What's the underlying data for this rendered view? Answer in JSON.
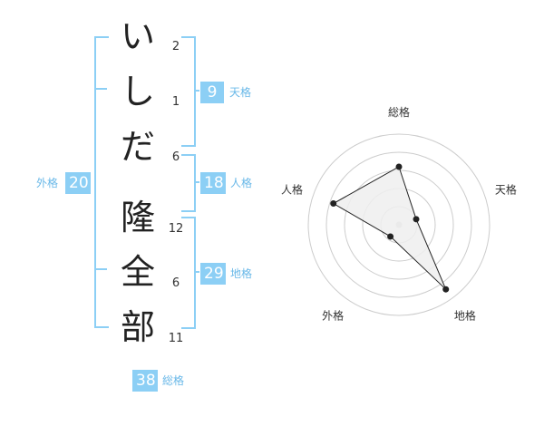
{
  "name": {
    "chars": [
      {
        "char": "い",
        "strokes": "2"
      },
      {
        "char": "し",
        "strokes": "1"
      },
      {
        "char": "だ",
        "strokes": "6"
      },
      {
        "char": "隆",
        "strokes": "12"
      },
      {
        "char": "全",
        "strokes": "6"
      },
      {
        "char": "部",
        "strokes": "11"
      }
    ]
  },
  "fortunes": {
    "tenkaku": {
      "value": "9",
      "label": "天格"
    },
    "jinkaku": {
      "value": "18",
      "label": "人格"
    },
    "chikaku": {
      "value": "29",
      "label": "地格"
    },
    "gaikaku": {
      "value": "20",
      "label": "外格"
    },
    "soukaku": {
      "value": "38",
      "label": "総格"
    }
  },
  "chart_data": {
    "type": "radar",
    "axes": [
      "総格",
      "天格",
      "地格",
      "外格",
      "人格"
    ],
    "values": [
      3.2,
      1.0,
      4.4,
      0.8,
      3.8
    ],
    "range": [
      0,
      5
    ],
    "rings": 5,
    "colors": {
      "fill": "#efefef",
      "stroke": "#222222",
      "grid": "#cccccc",
      "center": "#cccccc"
    }
  }
}
